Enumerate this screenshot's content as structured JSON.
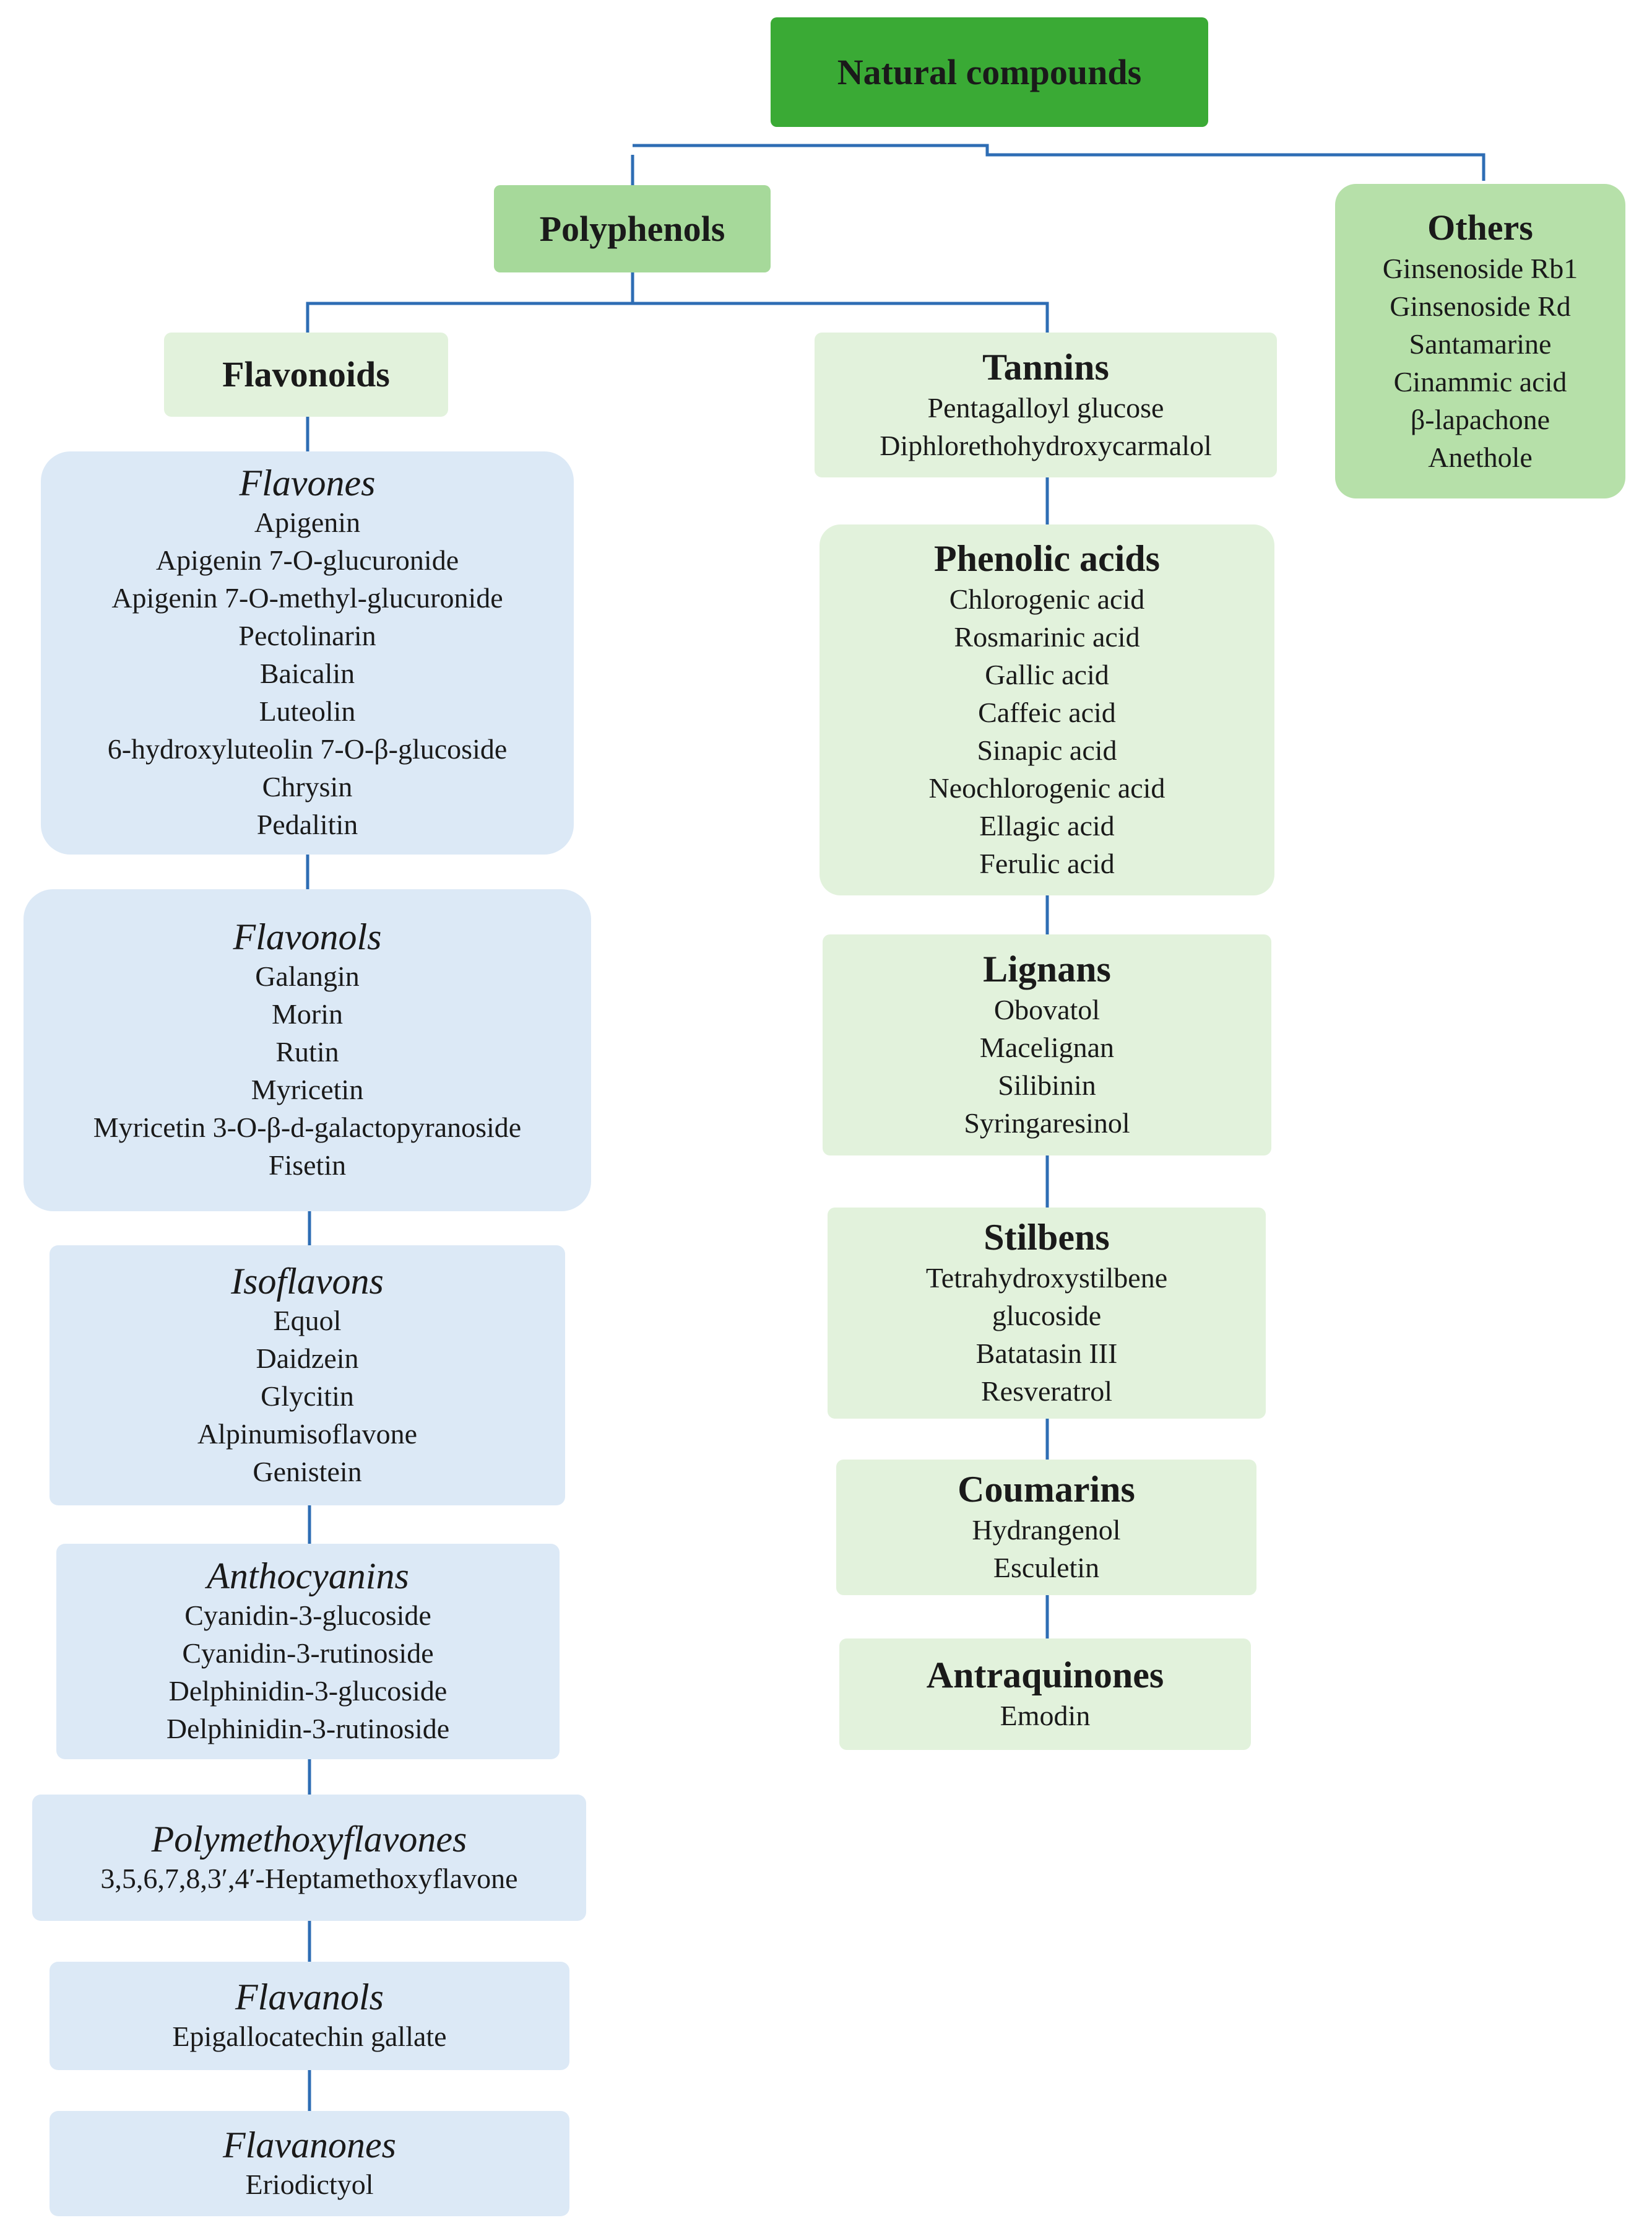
{
  "root": {
    "label": "Natural compounds"
  },
  "polyphenols": {
    "label": "Polyphenols"
  },
  "others": {
    "title": "Others",
    "items": [
      "Ginsenoside Rb1",
      "Ginsenoside Rd",
      "Santamarine",
      "Cinammic acid",
      "β-lapachone",
      "Anethole"
    ]
  },
  "flavonoids": {
    "label": "Flavonoids"
  },
  "flavones": {
    "title": "Flavones",
    "items": [
      "Apigenin",
      "Apigenin 7-O-glucuronide",
      "Apigenin 7-O-methyl-glucuronide",
      "Pectolinarin",
      "Baicalin",
      "Luteolin",
      "6-hydroxyluteolin 7-O-β-glucoside",
      "Chrysin",
      "Pedalitin"
    ]
  },
  "flavonols": {
    "title": "Flavonols",
    "items": [
      "Galangin",
      "Morin",
      "Rutin",
      "Myricetin",
      "Myricetin 3-O-β-d-galactopyranoside",
      "Fisetin"
    ]
  },
  "isoflavons": {
    "title": "Isoflavons",
    "items": [
      "Equol",
      "Daidzein",
      "Glycitin",
      "Alpinumisoflavone",
      "Genistein"
    ]
  },
  "anthocyanins": {
    "title": "Anthocyanins",
    "items": [
      "Cyanidin-3-glucoside",
      "Cyanidin-3-rutinoside",
      "Delphinidin-3-glucoside",
      "Delphinidin-3-rutinoside"
    ]
  },
  "polymethoxyflavones": {
    "title": "Polymethoxyflavones",
    "items": [
      "3,5,6,7,8,3′,4′-Heptamethoxyflavone"
    ]
  },
  "flavanols": {
    "title": "Flavanols",
    "items": [
      "Epigallocatechin gallate"
    ]
  },
  "flavanones": {
    "title": "Flavanones",
    "items": [
      "Eriodictyol"
    ]
  },
  "tannins": {
    "title": "Tannins",
    "items": [
      "Pentagalloyl glucose",
      "Diphlorethohydroxycarmalol"
    ]
  },
  "phenolic_acids": {
    "title": "Phenolic acids",
    "items": [
      "Chlorogenic acid",
      "Rosmarinic acid",
      "Gallic acid",
      "Caffeic acid",
      "Sinapic acid",
      "Neochlorogenic acid",
      "Ellagic acid",
      "Ferulic acid"
    ]
  },
  "lignans": {
    "title": "Lignans",
    "items": [
      "Obovatol",
      "Macelignan",
      "Silibinin",
      "Syringaresinol"
    ]
  },
  "stilbens": {
    "title": "Stilbens",
    "items": [
      "Tetrahydroxystilbene",
      "glucoside",
      "Batatasin III",
      "Resveratrol"
    ]
  },
  "coumarins": {
    "title": "Coumarins",
    "items": [
      "Hydrangenol",
      "Esculetin"
    ]
  },
  "antraquinones": {
    "title": "Antraquinones",
    "items": [
      "Emodin"
    ]
  },
  "colors": {
    "root_fill": "#3aaa35",
    "mid_fill": "#a6d99a",
    "others_fill": "#b6e0a9",
    "light_green_fill": "#e2f2dc",
    "light_blue_fill": "#dce9f6",
    "connector": "#2e6db4"
  }
}
